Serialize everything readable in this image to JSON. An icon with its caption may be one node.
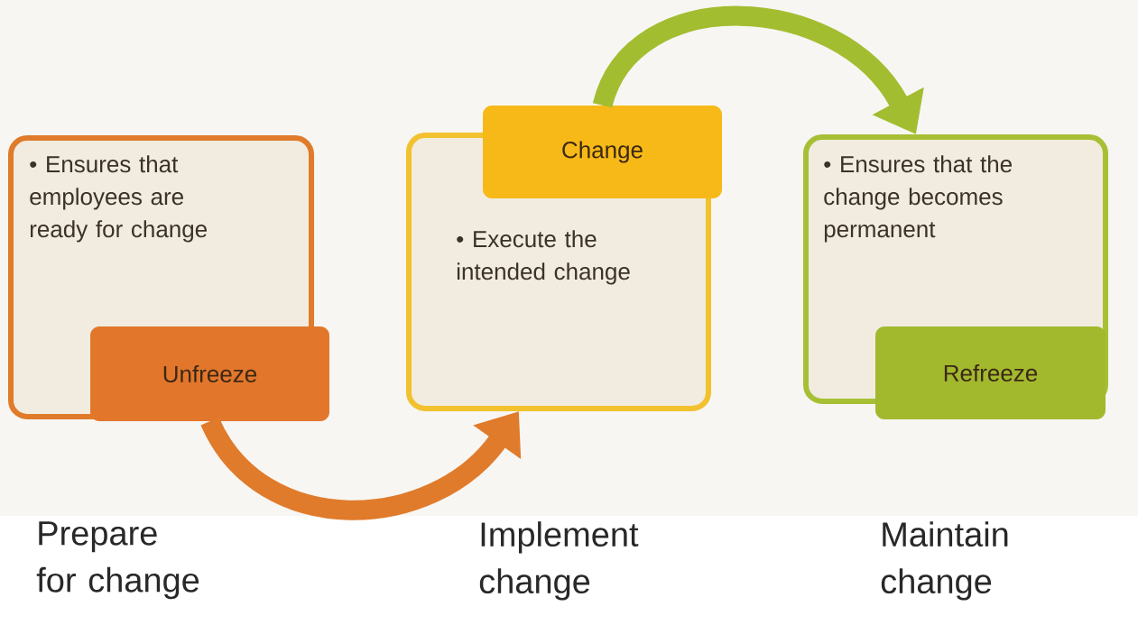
{
  "diagram": {
    "nodes": [
      {
        "text": [
          "• Ensures that employees are ready for change"
        ]
      },
      {
        "text": [
          "Unfreeze"
        ]
      },
      {
        "text": [
          "• Execute the intended change"
        ]
      },
      {
        "text": [
          "Change"
        ]
      },
      {
        "text": [
          "• Ensures that the change becomes permanent"
        ]
      },
      {
        "text": [
          "Refreeze"
        ]
      }
    ],
    "edges": [
      {
        "from": 1,
        "to": 2,
        "arrow": "to",
        "color": "#e07b2b"
      },
      {
        "from": 3,
        "to": 4,
        "arrow": "to",
        "color": "#a3bd31"
      }
    ],
    "labels": [
      "Prepare for change",
      "Implement change",
      "Maintain change"
    ]
  }
}
